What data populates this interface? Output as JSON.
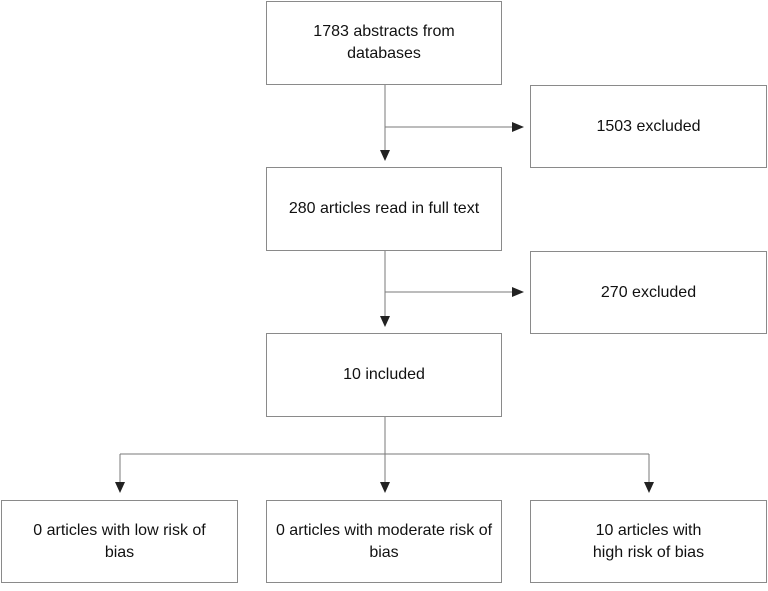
{
  "diagram": {
    "nodes": {
      "abstracts": "1783 abstracts from databases",
      "excluded_1": "1503 excluded",
      "full_text": "280 articles read in full text",
      "excluded_2": "270 excluded",
      "included": "10 included",
      "low_risk": "0 articles with low risk of bias",
      "moderate_risk": "0 articles with moderate risk of bias",
      "high_risk": "10 articles with high risk of bias"
    }
  }
}
